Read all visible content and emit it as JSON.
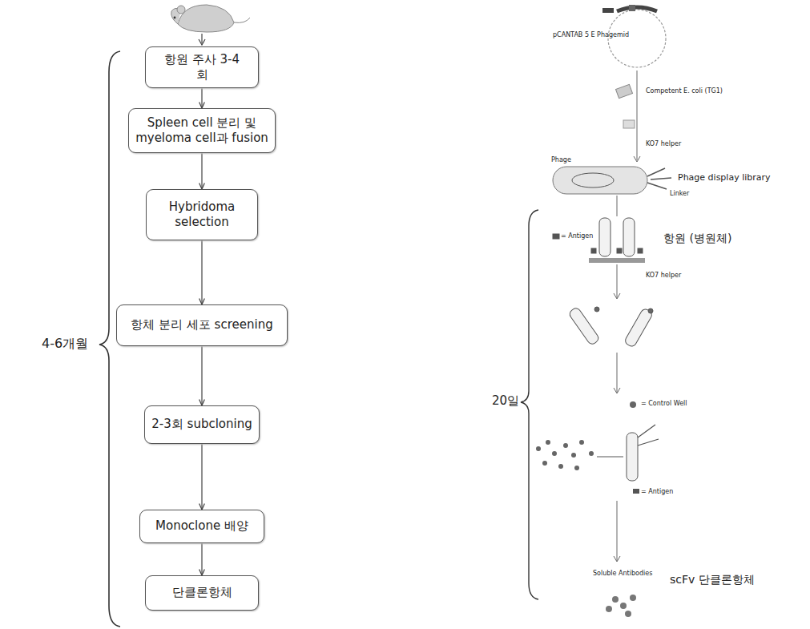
{
  "diagram": {
    "nodes": [
      {
        "text": [
          "항원 주사 3-4회"
        ]
      },
      {
        "text": [
          "Spleen cell 분리 및 myeloma cell과 fusion"
        ]
      },
      {
        "text": [
          "Hybridoma selection"
        ]
      },
      {
        "text": [
          "항체 분리 세포 screening"
        ]
      },
      {
        "text": [
          "2-3회 subcloning"
        ]
      },
      {
        "text": [
          "Monoclone 배양"
        ]
      },
      {
        "text": [
          "단클론항체"
        ]
      }
    ],
    "edges": [
      {
        "from": 0,
        "to": 1,
        "arrow": "to"
      },
      {
        "from": 1,
        "to": 2,
        "arrow": "to"
      },
      {
        "from": 2,
        "to": 3,
        "arrow": "to"
      },
      {
        "from": 3,
        "to": 4,
        "arrow": "to"
      },
      {
        "from": 4,
        "to": 5,
        "arrow": "to"
      },
      {
        "from": 5,
        "to": 6,
        "arrow": "to"
      }
    ],
    "labels": [
      "4-6개월",
      "pCANTAB 5 E Phagemid",
      "Competent E. coli (TG1)",
      "KO7 helper",
      "Phage",
      "Linker",
      "Phage display library",
      "= Antigen",
      "항원 (병원체)",
      "KO7 helper",
      "= Control Well",
      "= Antigen",
      "Soluble Antibodies",
      "scFv 단클론항체",
      "20일"
    ]
  }
}
